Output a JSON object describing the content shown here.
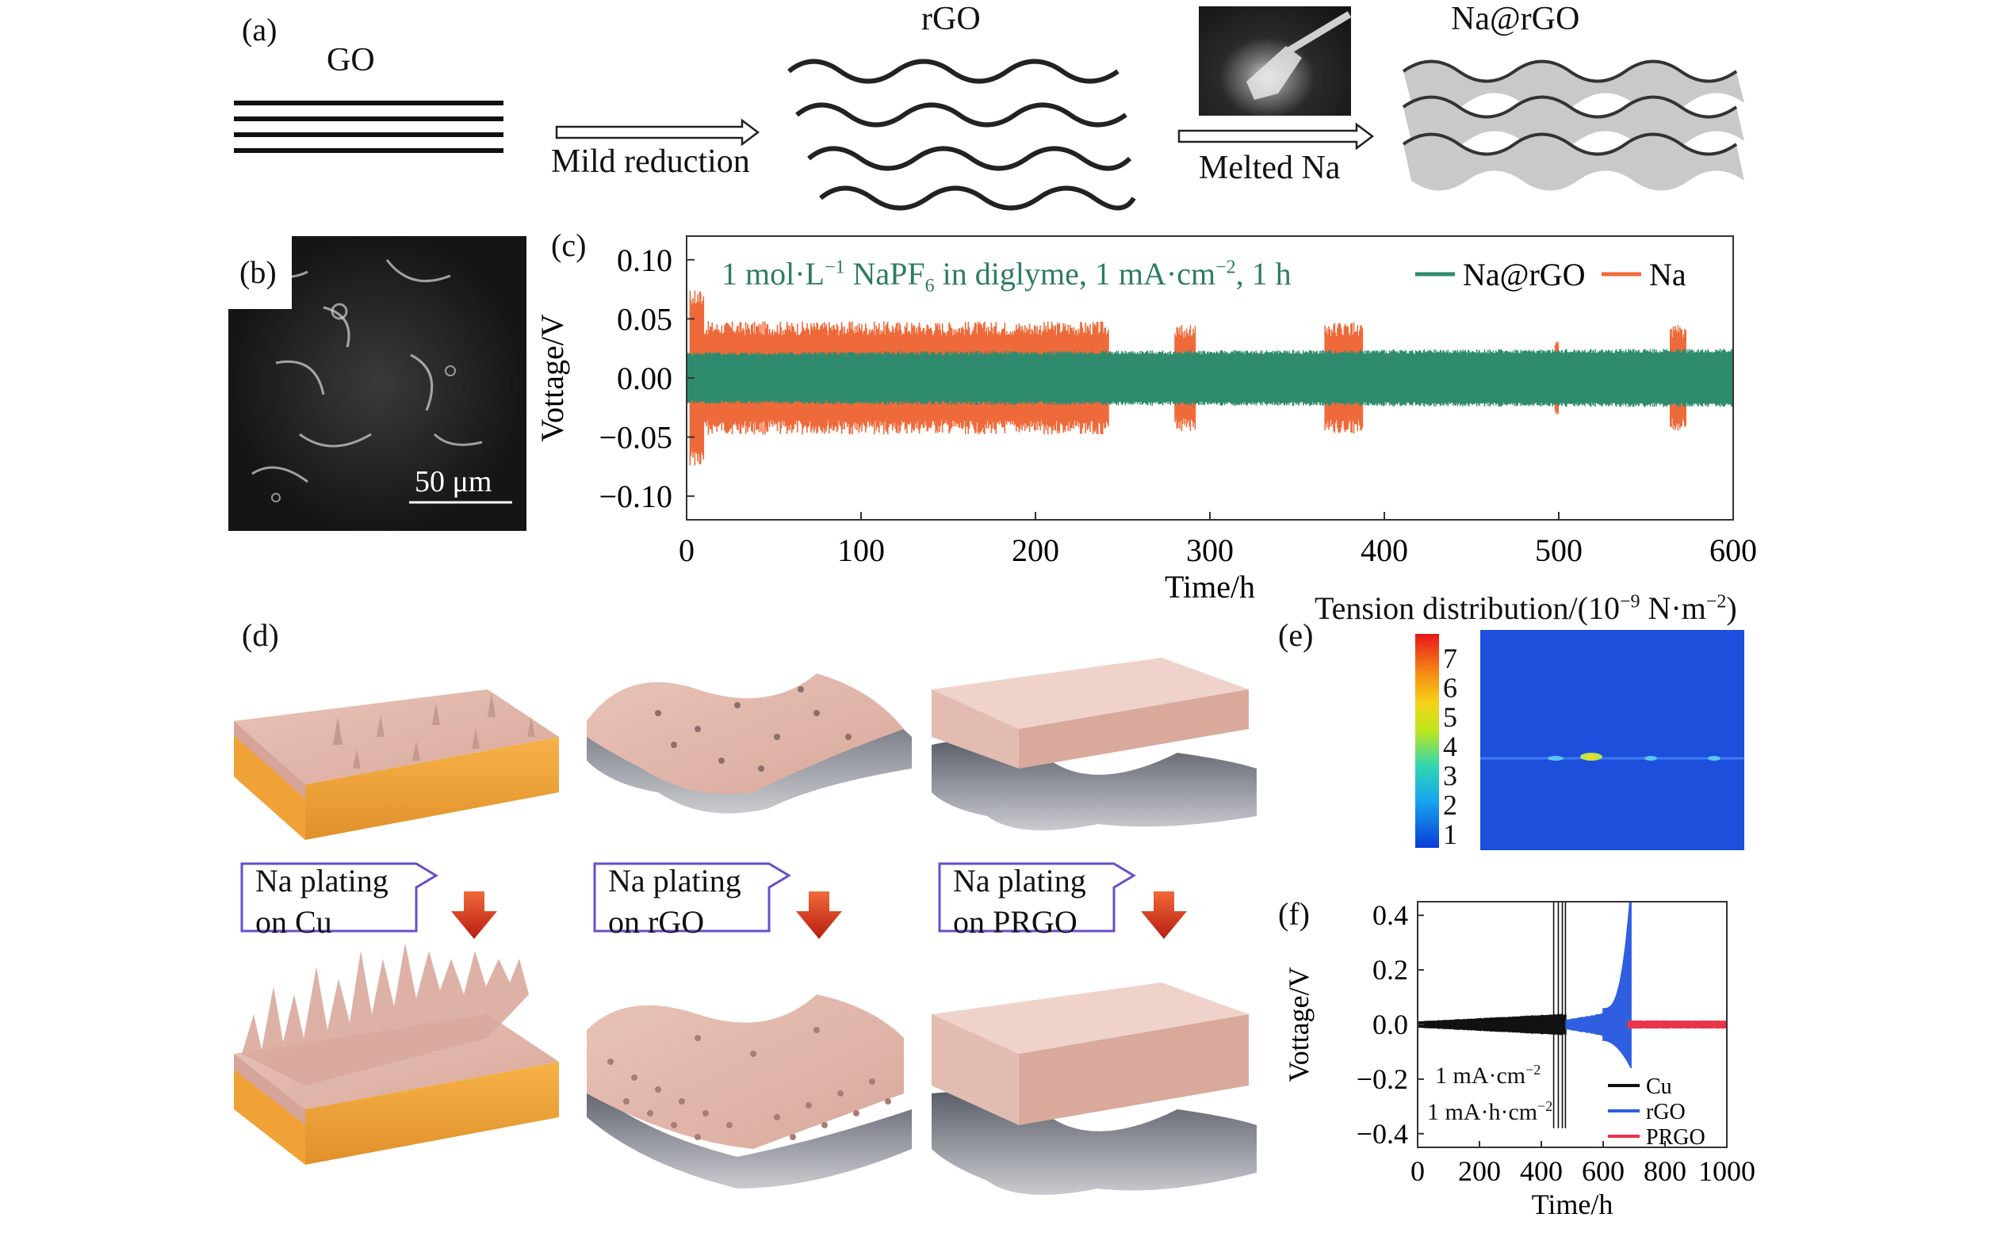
{
  "panel_a": {
    "label": "(a)",
    "go_label": "GO",
    "rgo_label": "rGO",
    "narGO_label": "Na@rGO",
    "arrow1_label": "Mild reduction",
    "arrow2_label": "Melted Na"
  },
  "panel_b": {
    "label": "(b)",
    "scale_bar": "50 μm"
  },
  "panel_c": {
    "label": "(c)",
    "annotation_pre": "1 mol·L",
    "annotation_sup1": "−1",
    "annotation_mid": " NaPF",
    "annotation_sub": "6",
    "annotation_post": " in diglyme, 1 mA·cm",
    "annotation_sup2": "−2",
    "annotation_end": ", 1 h",
    "colors": {
      "narGO": "#2e8b6e",
      "na": "#ef6a3a"
    }
  },
  "panel_d": {
    "label": "(d)",
    "callouts": [
      {
        "line1": "Na plating",
        "line2": "on Cu"
      },
      {
        "line1": "Na plating",
        "line2": "on rGO"
      },
      {
        "line1": "Na plating",
        "line2": "on PRGO"
      }
    ]
  },
  "panel_e": {
    "label": "(e)",
    "title_pre": "Tension distribution/(10",
    "title_sup1": "−9",
    "title_mid": " N·m",
    "title_sup2": "−2",
    "title_post": ")",
    "colorbar_ticks": [
      "1",
      "2",
      "3",
      "4",
      "5",
      "6",
      "7"
    ]
  },
  "panel_f": {
    "label": "(f)",
    "note1_pre": "1 mA·cm",
    "note1_sup": "−2",
    "note2_pre": "1 mA·h·cm",
    "note2_sup": "−2",
    "colors": {
      "cu": "#111111",
      "rgo": "#2f5fe0",
      "prgo": "#e8354a"
    }
  },
  "chart_data": [
    {
      "id": "c",
      "type": "line",
      "xlabel": "Time/h",
      "ylabel": "Vottage/V",
      "xlim": [
        0,
        600
      ],
      "ylim": [
        -0.12,
        0.12
      ],
      "xticks": [
        "0",
        "100",
        "200",
        "300",
        "400",
        "500",
        "600"
      ],
      "yticks": [
        "0.10",
        "0.05",
        "0.00",
        "−0.05",
        "−0.10"
      ],
      "legend_position": "top-right",
      "series": [
        {
          "name": "Na@rGO",
          "amplitude_start": 0.022,
          "amplitude_end": 0.025,
          "x_range": [
            0,
            600
          ]
        },
        {
          "name": "Na",
          "segments": [
            {
              "x": [
                2,
                242
              ],
              "amplitude": 0.048,
              "peak": 0.075
            },
            {
              "x": [
                280,
                292
              ],
              "amplitude": 0.045
            },
            {
              "x": [
                366,
                388
              ],
              "amplitude": 0.047
            },
            {
              "x": [
                498,
                500
              ],
              "amplitude": 0.035
            },
            {
              "x": [
                564,
                573
              ],
              "amplitude": 0.045
            }
          ]
        }
      ]
    },
    {
      "id": "f",
      "type": "line",
      "xlabel": "Time/h",
      "ylabel": "Vottage/V",
      "xlim": [
        0,
        1000
      ],
      "ylim": [
        -0.45,
        0.45
      ],
      "xticks": [
        "0",
        "200",
        "400",
        "600",
        "800",
        "1000"
      ],
      "yticks": [
        "0.4",
        "0.2",
        "0.0",
        "−0.2",
        "−0.4"
      ],
      "legend_position": "bottom-right",
      "series": [
        {
          "name": "Cu",
          "x_range": [
            0,
            480
          ],
          "amplitude": 0.04,
          "failure_x": 460
        },
        {
          "name": "rGO",
          "x_range": [
            480,
            690
          ],
          "amplitude": 0.06,
          "failure_x": 650
        },
        {
          "name": "PRGO",
          "x_range": [
            680,
            1000
          ],
          "amplitude": 0.015
        }
      ]
    }
  ]
}
